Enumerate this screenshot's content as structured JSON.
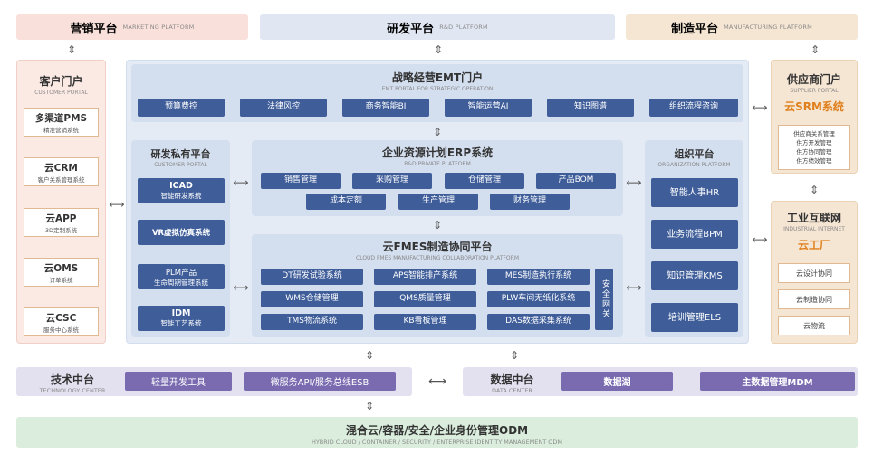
{
  "top": {
    "marketing": {
      "cn": "营销平台",
      "en": "MARKETING PLATFORM"
    },
    "rd": {
      "cn": "研发平台",
      "en": "R&D PLATFORM"
    },
    "mfg": {
      "cn": "制造平台",
      "en": "MANUFACTURING PLATFORM"
    }
  },
  "customer_portal": {
    "title": "客户门户",
    "sub": "CUSTOMER PORTAL",
    "items": [
      {
        "t1": "多渠道PMS",
        "t2": "精准营销系统"
      },
      {
        "t1": "云CRM",
        "t2": "客户关系管理系统"
      },
      {
        "t1": "云APP",
        "t2": "3D定制系统"
      },
      {
        "t1": "云OMS",
        "t2": "订单系统"
      },
      {
        "t1": "云CSC",
        "t2": "服务中心系统"
      }
    ]
  },
  "emt": {
    "title": "战略经营EMT门户",
    "sub": "EMT PORTAL FOR STRATEGIC OPERATION",
    "items": [
      "预算费控",
      "法律风控",
      "商务智能BI",
      "智能运营AI",
      "知识图谱",
      "组织流程咨询"
    ]
  },
  "rd_private": {
    "title": "研发私有平台",
    "sub": "CUSTOMER PORTAL",
    "items": [
      {
        "t1": "ICAD",
        "t2": "智能研发系统"
      },
      {
        "t1": "VR虚拟仿真系统",
        "t2": ""
      },
      {
        "t1": "PLM产品",
        "t2": "生命周期管理系统"
      },
      {
        "t1": "IDM",
        "t2": "智能工艺系统"
      }
    ]
  },
  "erp": {
    "title": "企业资源计划ERP系统",
    "sub": "R&D PRIVATE PLATFORM",
    "row1": [
      "销售管理",
      "采购管理",
      "仓储管理",
      "产品BOM"
    ],
    "row2": [
      "成本定额",
      "生产管理",
      "财务管理"
    ]
  },
  "fmes": {
    "title": "云FMES制造协同平台",
    "sub": "CLOUD FMES MANUFACTURING COLLABORATION PLATFORM",
    "items": [
      "DT研发试验系统",
      "APS智能排产系统",
      "MES制造执行系统",
      "WMS仓储管理",
      "QMS质量管理",
      "PLW车间无纸化系统",
      "TMS物流系统",
      "KB看板管理",
      "DAS数据采集系统"
    ],
    "gateway": "安全网关"
  },
  "org": {
    "title": "组织平台",
    "sub": "ORGANIZATION PLATFORM",
    "items": [
      "智能人事HR",
      "业务流程BPM",
      "知识管理KMS",
      "培训管理ELS"
    ]
  },
  "supplier": {
    "title": "供应商门户",
    "sub": "SUPPLIER PORTAL",
    "highlight": "云SRM系统",
    "items": [
      "供应商关系管理",
      "供方开发管理",
      "供方协同管理",
      "供方绩效管理"
    ]
  },
  "industrial": {
    "title": "工业互联网",
    "sub": "INDUSTRIAL INTERNET",
    "highlight": "云工厂",
    "items": [
      "云设计协同",
      "云制造协同",
      "云物流"
    ]
  },
  "tech": {
    "cn": "技术中台",
    "en": "TECHNOLOGY CENTER",
    "items": [
      "轻量开发工具",
      "微服务API/服务总线ESB"
    ]
  },
  "data_center": {
    "cn": "数据中台",
    "en": "DATA CENTER",
    "items": [
      "数据湖",
      "主数据管理MDM"
    ]
  },
  "bottom": {
    "cn": "混合云/容器/安全/企业身份管理ODM",
    "en": "HYBRID CLOUD / CONTAINER / SECURITY / ENTERPRISE IDENTITY MANAGEMENT ODM"
  },
  "colors": {
    "navy": "#3e5d99",
    "pink": "#f9e0da",
    "blue": "#e0e7f3",
    "tan": "#f5e5d3",
    "purple": "#7a6ab0",
    "lavender": "#e3e1f0",
    "green": "#dbeedd"
  }
}
